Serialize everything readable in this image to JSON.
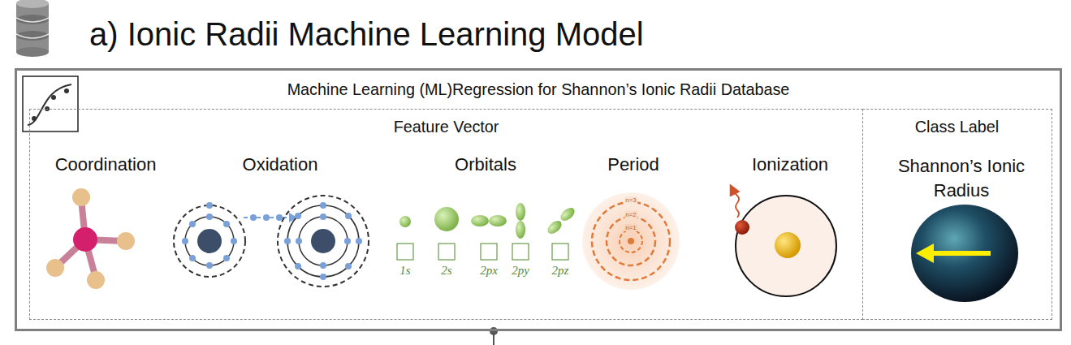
{
  "diagram": {
    "title": "a) Ionic Radii Machine Learning Model",
    "nodes": [
      {
        "text": [
          "Machine Learning (ML)Regression for Shannon’s Ionic Radii Database"
        ]
      },
      {
        "text": [
          "Feature Vector"
        ],
        "in": 0
      },
      {
        "text": [
          "Class Label"
        ],
        "in": 0
      }
    ],
    "labels": [
      "Coordination",
      "Oxidation",
      "Orbitals",
      "Period",
      "Ionization",
      "Shannon’s Ionic Radius",
      "1s",
      "2s",
      "2px",
      "2py",
      "2pz",
      "n=3",
      "n=2",
      "n=1"
    ]
  }
}
